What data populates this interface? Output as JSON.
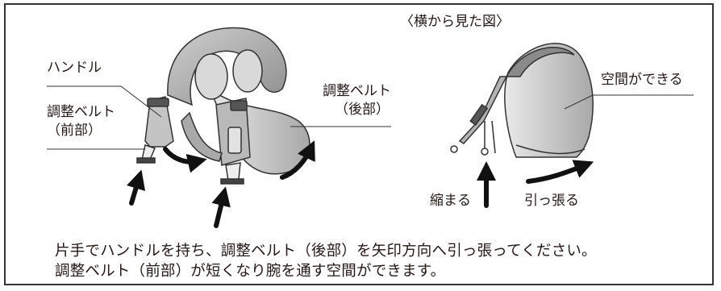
{
  "labels": {
    "handle": "ハンドル",
    "front_belt_line1": "調整ベルト",
    "front_belt_line2": "（前部）",
    "rear_belt_line1": "調整ベルト",
    "rear_belt_line2": "（後部）",
    "side_view_title": "〈横から見た図〉",
    "space": "空間ができる",
    "shrink": "縮まる",
    "pull": "引っ張る"
  },
  "caption": {
    "line1": "片手でハンドルを持ち、調整ベルト（後部）を矢印方向へ引っ張ってください。",
    "line2": "調整ベルト（前部）が短くなり腕を通す空間ができます。"
  }
}
